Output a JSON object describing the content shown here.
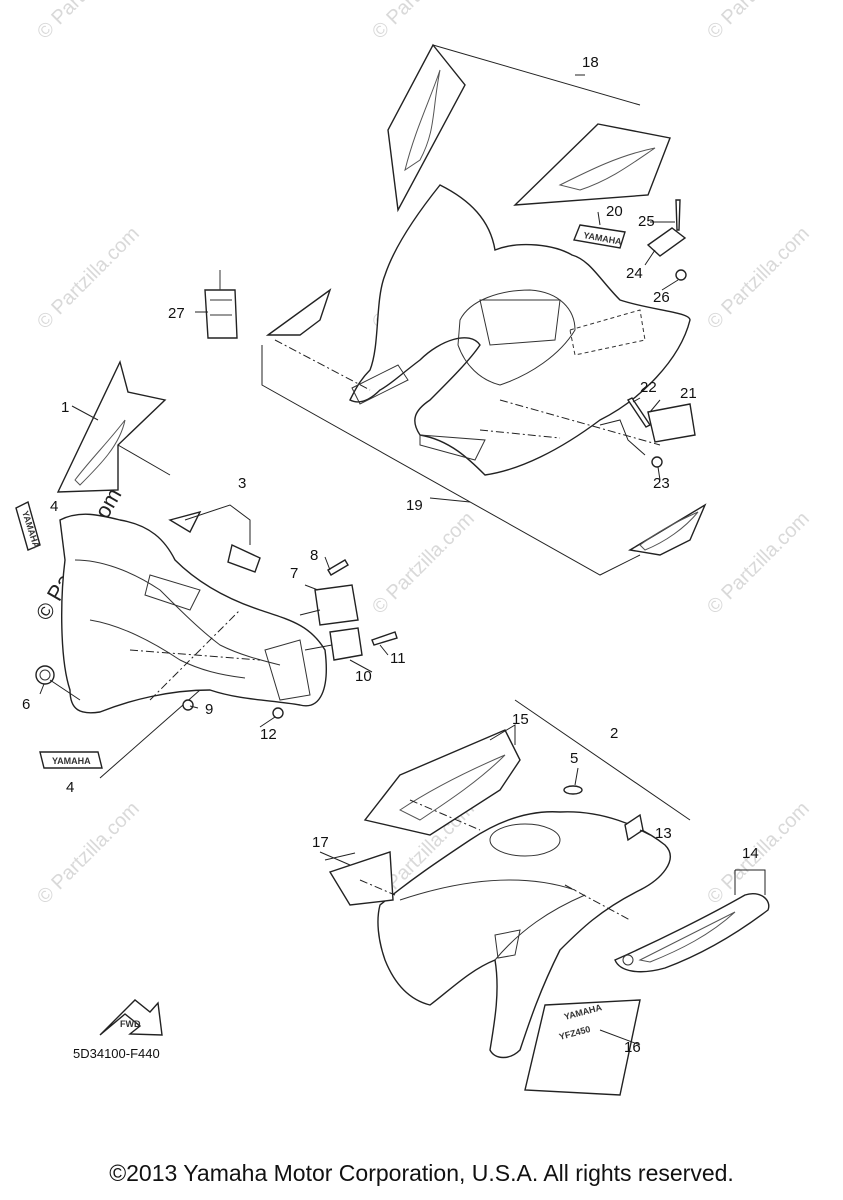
{
  "watermark": {
    "text": "© Partzilla.com"
  },
  "callouts": [
    "1",
    "2",
    "3",
    "4",
    "4",
    "5",
    "6",
    "7",
    "8",
    "9",
    "10",
    "11",
    "12",
    "13",
    "14",
    "15",
    "16",
    "17",
    "18",
    "19",
    "20",
    "21",
    "22",
    "23",
    "24",
    "25",
    "26",
    "27"
  ],
  "diagram_code": "5D34100-F440",
  "fwd_label": "FWD",
  "decals": {
    "yamaha": "YAMAHA",
    "model": "YFZ450"
  },
  "copyright": "©2013 Yamaha Motor Corporation, U.S.A. All rights reserved."
}
